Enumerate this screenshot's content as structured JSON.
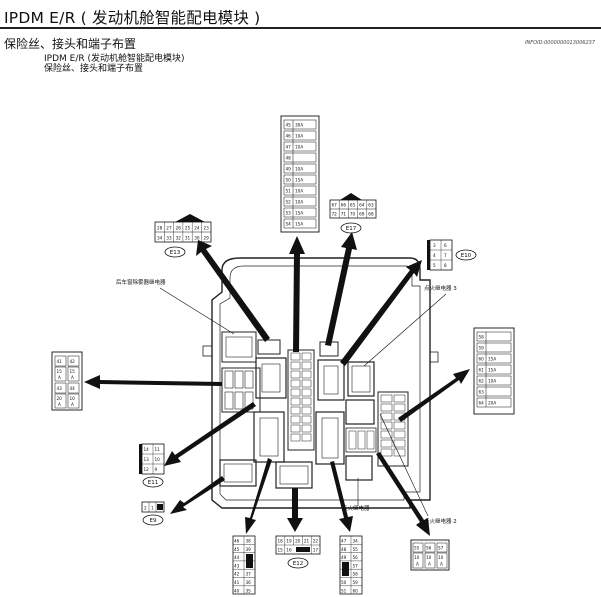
{
  "header": {
    "title": "IPDM E/R ( 发动机舱智能配电模块 )",
    "section": "保险丝、接头和端子布置",
    "inf_code": "INFOID:0000000013006237",
    "subtitle_line1": "IPDM E/R (发动机舱智能配电模块)",
    "subtitle_line2": "保险丝、接头和端子布置"
  },
  "connectors": {
    "e13": "E13",
    "e17": "E17",
    "e10": "E10",
    "e11": "E11",
    "e9": "E9",
    "e12": "E12"
  },
  "e13_pins": {
    "top": [
      "28",
      "27",
      "26",
      "25",
      "24",
      "23"
    ],
    "bottom": [
      "34",
      "33",
      "32",
      "31",
      "30",
      "29"
    ]
  },
  "e17_pins": {
    "top": [
      "67",
      "66",
      "65",
      "64",
      "63"
    ],
    "bottom": [
      "72",
      "71",
      "70",
      "69",
      "68"
    ]
  },
  "e10_pins": [
    [
      "3",
      "6"
    ],
    [
      "4",
      "7"
    ],
    [
      "5",
      "8"
    ]
  ],
  "e11_pins": [
    [
      "14",
      "11"
    ],
    [
      "13",
      "10"
    ],
    [
      "12",
      "9"
    ]
  ],
  "e9_pins": [
    "2",
    "1"
  ],
  "e12_pins": {
    "top": [
      "18",
      "19",
      "20",
      "21",
      "22"
    ],
    "bottom": [
      "15",
      "16",
      "",
      "17"
    ]
  },
  "fuses_top": [
    [
      "45",
      "30A"
    ],
    [
      "46",
      "10A"
    ],
    [
      "47",
      "10A"
    ],
    [
      "48",
      ""
    ],
    [
      "49",
      "10A"
    ],
    [
      "50",
      "15A"
    ],
    [
      "51",
      "10A"
    ],
    [
      "52",
      "10A"
    ],
    [
      "53",
      "15A"
    ],
    [
      "54",
      "15A"
    ]
  ],
  "fuses_right": [
    [
      "58",
      ""
    ],
    [
      "59",
      ""
    ],
    [
      "60",
      "15A"
    ],
    [
      "61",
      "15A"
    ],
    [
      "62",
      "10A"
    ],
    [
      "63",
      ""
    ],
    [
      "64",
      "20A"
    ]
  ],
  "fuses_left": [
    [
      [
        "41",
        ""
      ],
      [
        "42",
        ""
      ]
    ],
    [
      [
        "15",
        "A"
      ],
      [
        "15",
        "A"
      ]
    ],
    [
      [
        "43",
        ""
      ],
      [
        "44",
        ""
      ]
    ],
    [
      [
        "20",
        "A"
      ],
      [
        "10",
        "A"
      ]
    ]
  ],
  "fuses_bottom_right": {
    "numbers": [
      "55",
      "56",
      "57"
    ],
    "values": [
      "10",
      "10",
      "10"
    ],
    "units": [
      "A",
      "A",
      "A"
    ]
  },
  "relay_col_a": [
    [
      "46",
      "38"
    ],
    [
      "45",
      "39"
    ],
    [
      "44",
      ""
    ],
    [
      "43",
      ""
    ],
    [
      "42",
      "37"
    ],
    [
      "41",
      "36"
    ],
    [
      "40",
      "35"
    ]
  ],
  "relay_col_b": [
    [
      "47",
      "34"
    ],
    [
      "48",
      "55"
    ],
    [
      "49",
      "56"
    ],
    [
      "",
      "57"
    ],
    [
      "",
      "58"
    ],
    [
      "50",
      "59"
    ],
    [
      "51",
      "60"
    ]
  ],
  "labels": {
    "rear_defogger_relay": "后车窗除雾器继电器",
    "ignition_relay_3": "点火继电器 3",
    "ignition_relay": "点火继电器",
    "ignition_relay_2": "点火继电器 2"
  }
}
